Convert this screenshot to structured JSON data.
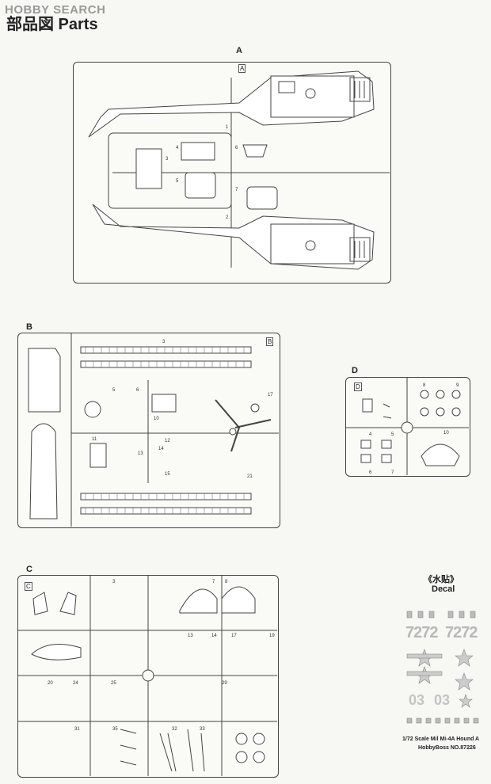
{
  "watermark": "HOBBY SEARCH",
  "page_title": "部品図 Parts",
  "sprues": {
    "a": {
      "label": "A",
      "tag": "A"
    },
    "b": {
      "label": "B",
      "tag": "B"
    },
    "c": {
      "label": "C",
      "tag": "C"
    },
    "d": {
      "label": "D",
      "tag": "D"
    }
  },
  "decal": {
    "title_cn": "《水贴》",
    "title_en": "Decal",
    "code1": "7272",
    "code2": "7272",
    "code3": "03",
    "code4": "03",
    "scale_line": "1/72 Scale Mil Mi-4A Hound A",
    "brand_line": "HobbyBoss NO.87226"
  }
}
